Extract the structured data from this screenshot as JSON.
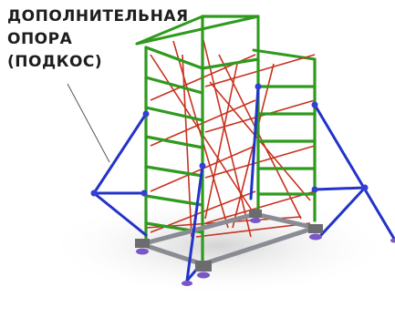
{
  "caption": {
    "line1": "ДОПОЛНИТЕЛЬНАЯ",
    "line2": "ОПОРА",
    "line3": "(ПОДКОС)"
  },
  "colors": {
    "frame": "#2f9a1e",
    "diagonal": "#c8321f",
    "outrigger": "#2333c8",
    "base": "#8a8c94",
    "caster": "#7b56c6"
  }
}
